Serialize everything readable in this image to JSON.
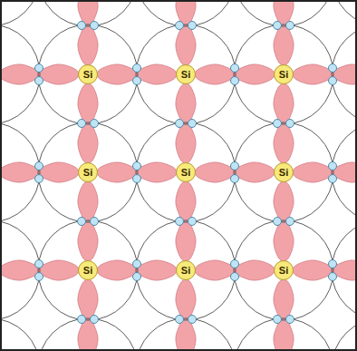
{
  "diagram": {
    "nodes": [
      {
        "text": [
          "Si"
        ]
      },
      {
        "text": [
          "Si"
        ]
      },
      {
        "text": [
          "Si"
        ]
      },
      {
        "text": [
          "Si"
        ]
      },
      {
        "text": [
          "Si"
        ]
      },
      {
        "text": [
          "Si"
        ]
      },
      {
        "text": [
          "Si"
        ]
      },
      {
        "text": [
          "Si"
        ]
      },
      {
        "text": [
          "Si"
        ]
      }
    ],
    "edges": [
      {
        "from": 0,
        "to": 1,
        "arrow": "none"
      },
      {
        "from": 1,
        "to": 2,
        "arrow": "none"
      },
      {
        "from": 3,
        "to": 4,
        "arrow": "none"
      },
      {
        "from": 4,
        "to": 5,
        "arrow": "none"
      },
      {
        "from": 6,
        "to": 7,
        "arrow": "none"
      },
      {
        "from": 7,
        "to": 8,
        "arrow": "none"
      },
      {
        "from": 0,
        "to": 3,
        "arrow": "none"
      },
      {
        "from": 3,
        "to": 6,
        "arrow": "none"
      },
      {
        "from": 1,
        "to": 4,
        "arrow": "none"
      },
      {
        "from": 4,
        "to": 7,
        "arrow": "none"
      },
      {
        "from": 2,
        "to": 5,
        "arrow": "none"
      },
      {
        "from": 5,
        "to": 8,
        "arrow": "none"
      }
    ]
  }
}
